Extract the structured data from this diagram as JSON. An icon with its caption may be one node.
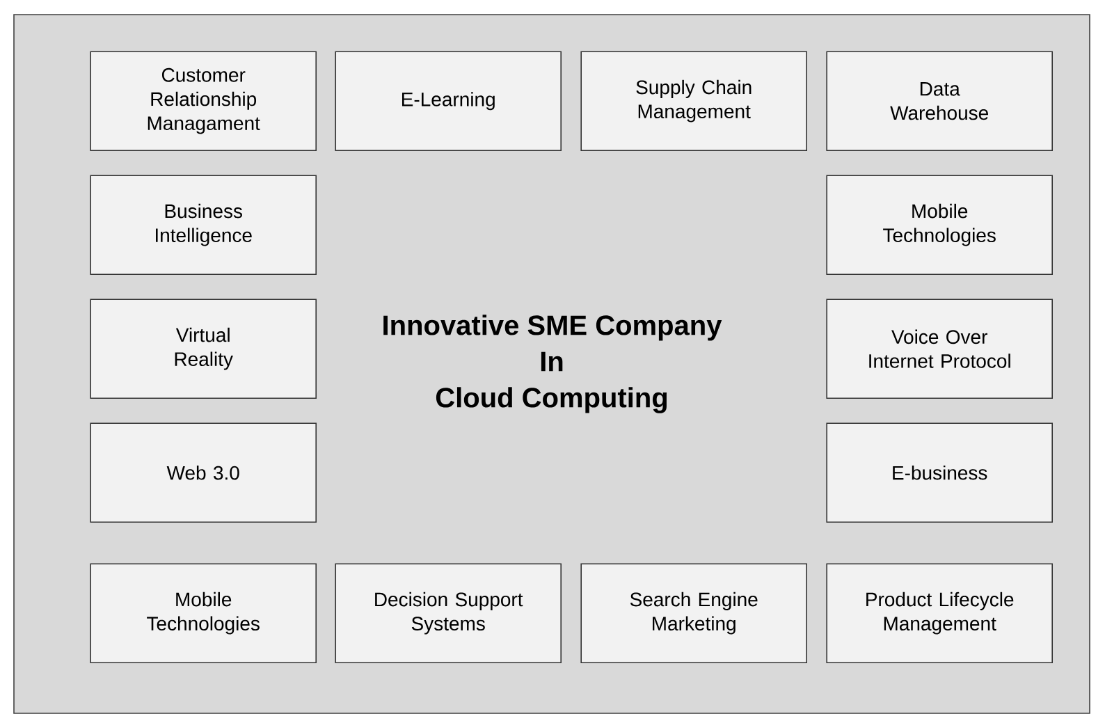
{
  "diagram": {
    "nodes": [
      {
        "text": [
          "Innovative SME Company In Cloud Computing"
        ]
      },
      {
        "text": [
          "Customer Relationship Managament"
        ],
        "in": 0
      },
      {
        "text": [
          "E-Learning"
        ],
        "in": 0
      },
      {
        "text": [
          "Supply Chain Management"
        ],
        "in": 0
      },
      {
        "text": [
          "Data Warehouse"
        ],
        "in": 0
      },
      {
        "text": [
          "Business Intelligence"
        ],
        "in": 0
      },
      {
        "text": [
          "Mobile Technologies"
        ],
        "in": 0
      },
      {
        "text": [
          "Virtual Reality"
        ],
        "in": 0
      },
      {
        "text": [
          "Voice Over Internet Protocol"
        ],
        "in": 0
      },
      {
        "text": [
          "Web 3.0"
        ],
        "in": 0
      },
      {
        "text": [
          "E-business"
        ],
        "in": 0
      },
      {
        "text": [
          "Mobile Technologies"
        ],
        "in": 0
      },
      {
        "text": [
          "Decision Support Systems"
        ],
        "in": 0
      },
      {
        "text": [
          "Search Engine Marketing"
        ],
        "in": 0
      },
      {
        "text": [
          "Product Lifecycle Management"
        ],
        "in": 0
      }
    ]
  }
}
